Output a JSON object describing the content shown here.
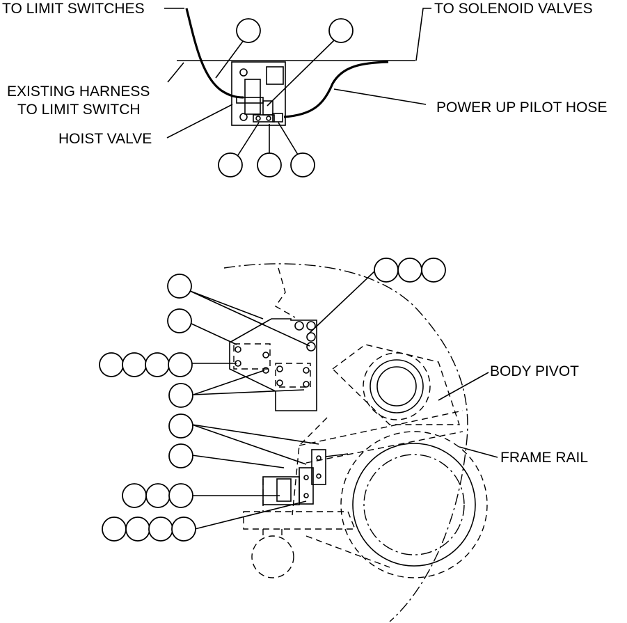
{
  "labels": {
    "limit_switches": "TO LIMIT  SWITCHES",
    "solenoid_valves": "TO SOLENOID VALVES",
    "existing_harness_line1": "EXISTING HARNESS",
    "existing_harness_line2": "TO LIMIT SWITCH",
    "power_up_pilot_hose": "POWER UP PILOT HOSE",
    "hoist_valve": "HOIST VALVE",
    "body_pivot": "BODY PIVOT",
    "frame_rail": "FRAME RAIL"
  },
  "colors": {
    "line": "#000000",
    "background": "#ffffff"
  }
}
